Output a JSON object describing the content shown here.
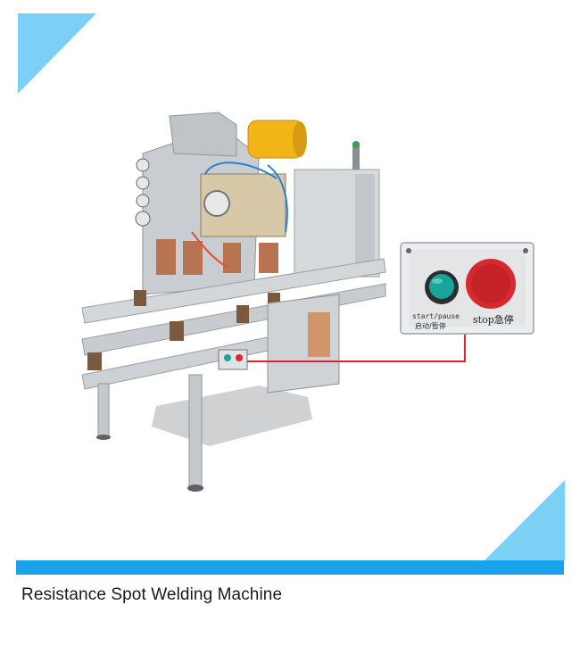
{
  "caption": "Resistance Spot Welding Machine",
  "control_panel": {
    "start_label_en": "start/pause",
    "start_label_cn": "启动/暂停",
    "stop_label": "stop急停"
  },
  "colors": {
    "accent_blue": "#1aa3ea",
    "corner_blue": "#7ccff5",
    "callout_line": "#d8262b",
    "start_button": "#1aa59a",
    "stop_button": "#d82a2e"
  }
}
